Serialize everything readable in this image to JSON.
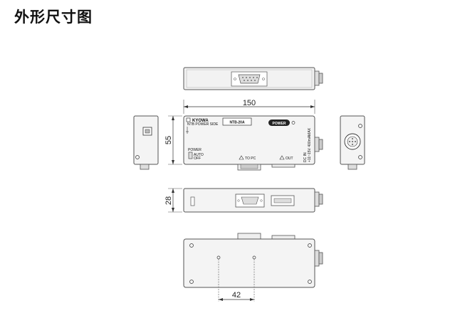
{
  "heading": "外形尺寸图",
  "dimensions": {
    "width": "150",
    "height_front": "55",
    "depth": "28",
    "hole_pitch": "42"
  },
  "labels": {
    "brand": "KYOWA",
    "brand_mark": "®",
    "model_box": "NTB-20A",
    "subtitle": "NTB POWER SIDE",
    "power_badge": "POWER",
    "to_pc": "TO PC",
    "out": "OUT",
    "power_switch": "POWER",
    "switch_auto": "AUTO",
    "switch_off": "OFF",
    "side_label_1": "DC IN",
    "side_label_2": "+11~15V 400mAMAX"
  }
}
